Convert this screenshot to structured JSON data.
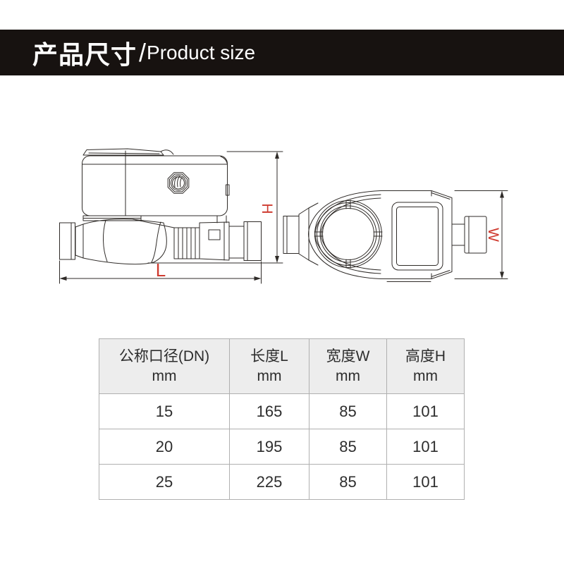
{
  "header": {
    "title_cn": "产品尺寸",
    "separator": "/",
    "title_en": "Product size",
    "background": "#171210",
    "text_color": "#ffffff"
  },
  "drawings": {
    "side_view": {
      "height_label": "H",
      "length_label": "L"
    },
    "front_view": {
      "width_label": "W"
    },
    "dimension_label_color": "#cf3b30",
    "line_color": "#2f2b28"
  },
  "table": {
    "columns": [
      {
        "title": "公称口径(DN)",
        "unit": "mm"
      },
      {
        "title": "长度L",
        "unit": "mm"
      },
      {
        "title": "宽度W",
        "unit": "mm"
      },
      {
        "title": "高度H",
        "unit": "mm"
      }
    ],
    "rows": [
      [
        "15",
        "165",
        "85",
        "101"
      ],
      [
        "20",
        "195",
        "85",
        "101"
      ],
      [
        "25",
        "225",
        "85",
        "101"
      ]
    ],
    "header_background": "#ededed",
    "border_color": "#b0b0b0"
  }
}
